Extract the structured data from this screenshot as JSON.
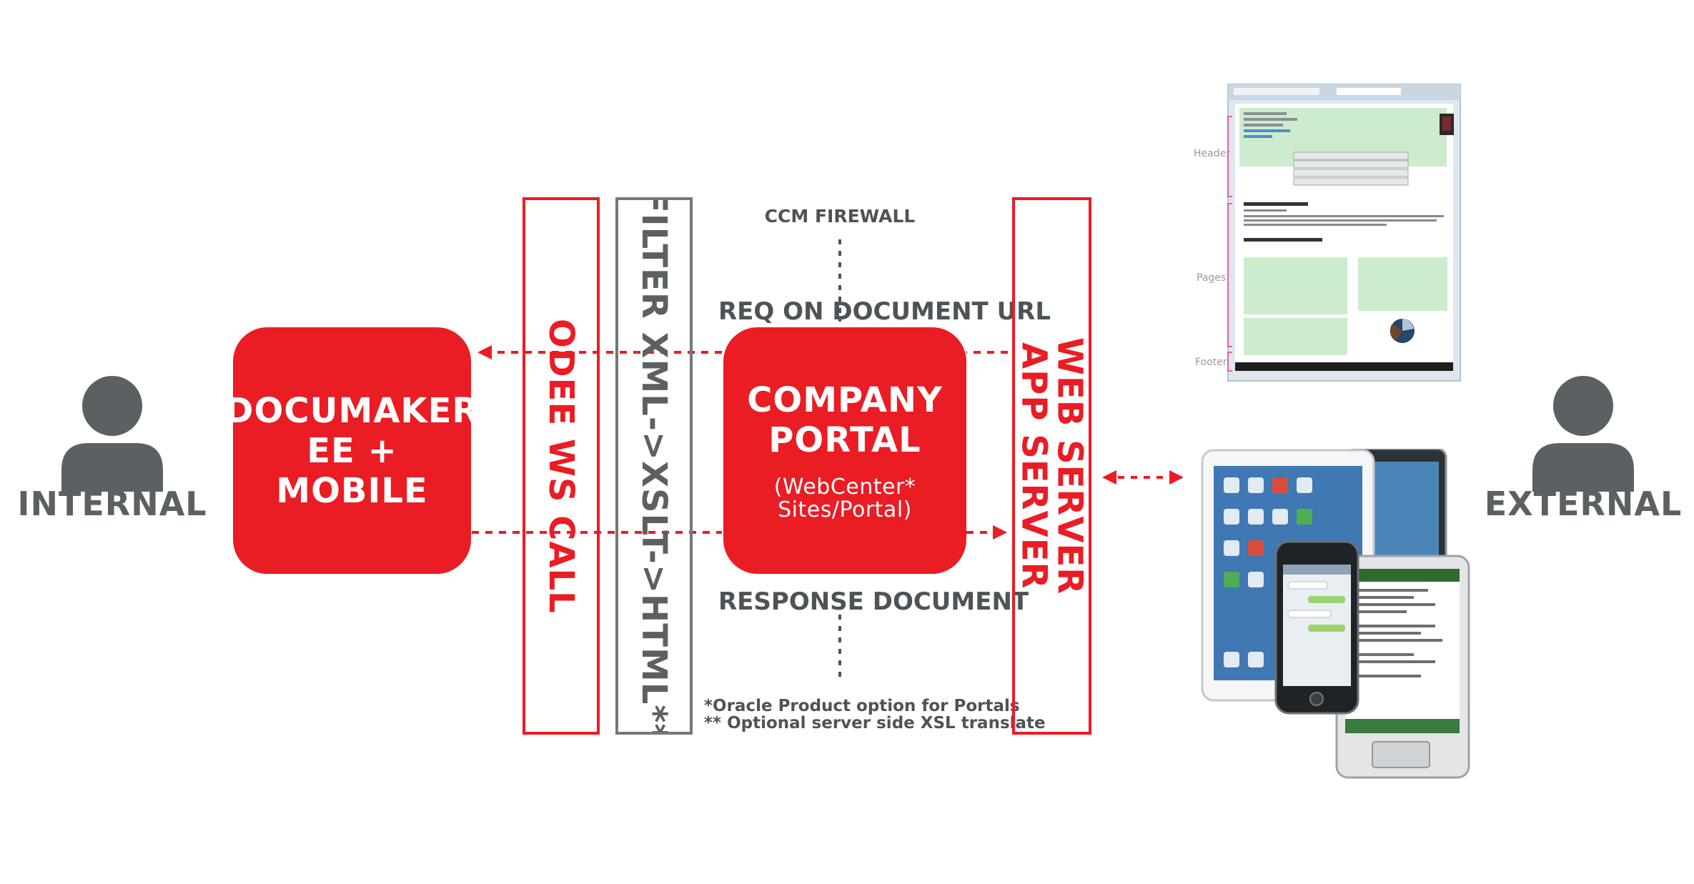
{
  "actors": {
    "internal": {
      "label": "INTERNAL",
      "icon": "person-icon"
    },
    "external": {
      "label": "EXTERNAL",
      "icon": "person-icon"
    }
  },
  "documaker": {
    "lines": [
      "DOCUMAKER",
      "EE +",
      "MOBILE"
    ]
  },
  "odee": {
    "label": "ODEE WS CALL"
  },
  "filter": {
    "label": "FILTER XML->XSLT->HTML**"
  },
  "portal": {
    "lines": [
      "COMPANY",
      "PORTAL"
    ],
    "sub": [
      "(WebCenter*",
      "Sites/Portal)"
    ]
  },
  "webserver": {
    "lines": [
      "WEB SERVER",
      "APP SERVER"
    ]
  },
  "captions": {
    "firewall": "CCM FIREWALL",
    "request": "REQ ON DOCUMENT URL",
    "response": "RESPONSE DOCUMENT"
  },
  "notes": [
    "*Oracle Product option for Portals",
    "** Optional server side XSL translate"
  ],
  "document_preview": {
    "labels": [
      "Header",
      "Pages",
      "Footer"
    ]
  },
  "devices": {
    "icon": "mobile-devices-icon"
  },
  "colors": {
    "accent": "#ea1c24",
    "gray": "#5b6063",
    "border_gray": "#73787b"
  }
}
